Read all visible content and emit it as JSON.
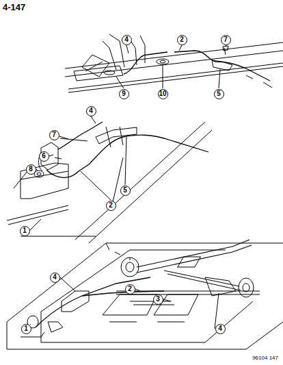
{
  "diagram": {
    "labels": [
      "4-147",
      "4",
      "2",
      "7",
      "9",
      "10",
      "5",
      "4",
      "7",
      "6",
      "8",
      "5",
      "2",
      "1",
      "4",
      "2",
      "3",
      "1",
      "4",
      "96104 147"
    ]
  }
}
